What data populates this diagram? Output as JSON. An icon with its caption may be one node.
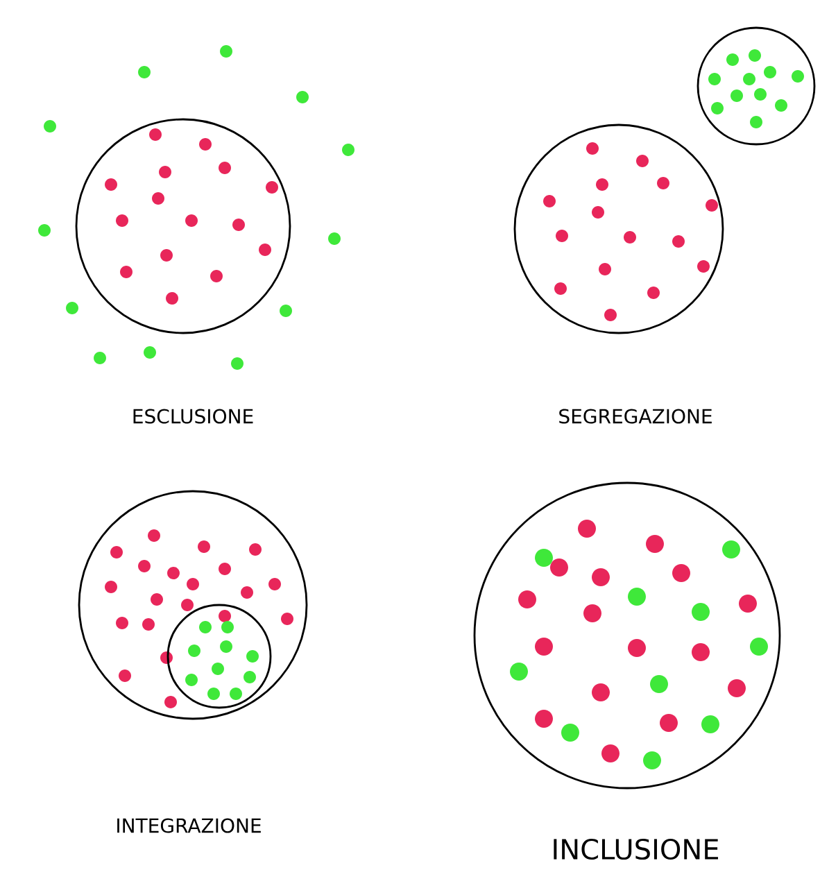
{
  "diagram": {
    "nodes": [
      {
        "text": [],
        "shape": "circle"
      },
      {
        "text": [],
        "shape": "circle"
      },
      {
        "text": [],
        "shape": "circle"
      },
      {
        "text": [],
        "shape": "circle"
      },
      {
        "text": [],
        "shape": "circle",
        "in": 3
      },
      {
        "text": [],
        "shape": "circle"
      }
    ],
    "labels": [
      "ESCLUSIONE",
      "SEGREGAZIONE",
      "INTEGRAZIONE",
      "INCLUSIONE"
    ]
  }
}
